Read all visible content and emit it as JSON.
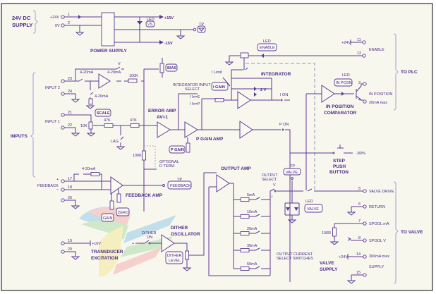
{
  "colors": {
    "wire": "#5b3a98",
    "text": "#4a2a8a",
    "background": "#f8f7ee",
    "border": "#555555"
  },
  "supply": {
    "title_line1": "24V DC",
    "title_line2": "SUPPLY",
    "plus24v": "+24V",
    "zero_v": "0V",
    "term1": "1",
    "term2": "2",
    "power_supply": "POWER SUPPLY",
    "plus15v": "+15V",
    "minus15v": "-15V",
    "led": "LED",
    "led_vs": "VS",
    "tp": "TP",
    "tp_icon": "ground-icon"
  },
  "inputs": {
    "title": "INPUTS",
    "input2": "INPUT 2",
    "input1": "INPUT 1",
    "term23": "23",
    "term24": "24",
    "term21": "21",
    "term22": "22",
    "ma_a": "4-20mA",
    "ma_b": "4-20mA",
    "ma_c": "4-20mA",
    "v": "V",
    "r100k": "100K",
    "bias": "BIAS",
    "scale": "SCALE",
    "r10k": "10K",
    "r47k_a": "47K",
    "r47k_b": "47K",
    "lag": "LAG"
  },
  "error_amp": {
    "title": "ERROR AMP",
    "gain": "AV=1",
    "p_gain_amp": "P GAIN AMP",
    "p_gain": "P GAIN",
    "r100k": "100K",
    "optional_line1": "OPTIONAL",
    "optional_line2": "D TERM"
  },
  "integrator": {
    "title": "INTEGRATOR",
    "select_line1": "INTEGRATOR INPUT",
    "select_line2": "SELECT",
    "in_e": "I In=E",
    "in_p": "I In=P",
    "i_gain": "I GAIN",
    "i_limit": "I Limit",
    "two_v": "2 V",
    "i_on": "I ON",
    "p_on": "P ON"
  },
  "plc": {
    "title": "TO PLC",
    "led": "LED",
    "enable_box": "ENABLE",
    "plus24v": "+24V",
    "term11": "11",
    "term12": "12",
    "enable": "ENABLE",
    "led2": "LED",
    "in_posn": "IN POSN",
    "term3": "3",
    "term4": "4",
    "in_position": "IN POSITION",
    "max20ma": "20mA max",
    "comparator_line1": "IN POSITION",
    "comparator_line2": "COMPARATOR"
  },
  "step": {
    "minus80": "-80%",
    "line1": "STEP",
    "line2": "PUSH",
    "line3": "BUTTON"
  },
  "feedback": {
    "label": "FEEDBACK",
    "plus": "+",
    "minus": "–",
    "term17": "17",
    "term18": "18",
    "term26": "26",
    "ma": "4-20mA",
    "amp": "FEEDBACK AMP",
    "tp": "TP",
    "tp_box": "FEEDBACK",
    "gain": "GAIN",
    "zero": "ZERO"
  },
  "excitation": {
    "term19": "19",
    "term20": "20",
    "plus10v": "+10V",
    "line1": "TRANSDUCER",
    "line2": "EXCITATION"
  },
  "dither": {
    "on_line1": "DITHER",
    "on_line2": "ON",
    "plus": "+",
    "title_line1": "DITHER",
    "title_line2": "OSCILLATOR",
    "level_line1": "DITHER",
    "level_line2": "LEVEL"
  },
  "output": {
    "amp": "OUTPUT AMP",
    "select_line1": "OUTPUT",
    "select_line2": "SELECT",
    "v": "V",
    "i": "I",
    "tp": "TP",
    "tp_box": "VALVE",
    "led": "LED",
    "led_box": "VALVE",
    "currents": [
      "5mA",
      "10mA",
      "20mA",
      "30mA",
      "50mA"
    ],
    "switches_line1": "OUTPUT CURRENT",
    "switches_line2": "SELECT SWITCHES"
  },
  "valve": {
    "title": "TO VALVE",
    "term5": "5",
    "valve_drive": "VALVE DRIVE",
    "term6": "6",
    "return": "RETURN",
    "term7": "7",
    "spool_ma": "SPOOL mA",
    "r100r": "100R",
    "term8": "8",
    "spool_v": "SPOOL V",
    "plus24v": "+24V",
    "term14": "14",
    "max300ma": "300mA max",
    "supply": "SUPPLY",
    "term15": "15",
    "supply_line1": "VALVE",
    "supply_line2": "SUPPLY"
  }
}
